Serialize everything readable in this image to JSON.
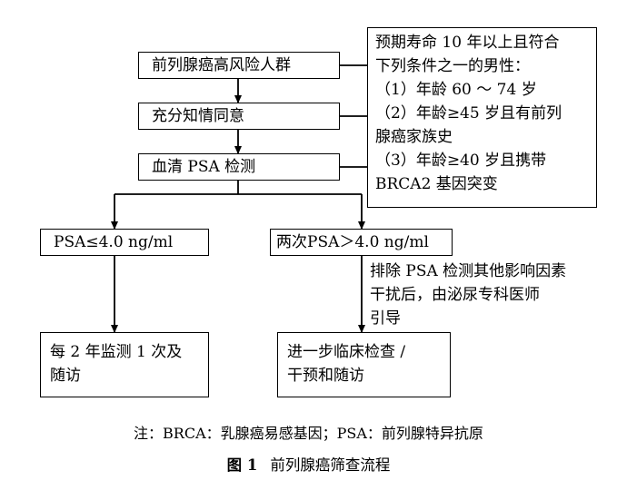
{
  "nodes": {
    "high_risk": "前列腺癌高风险人群",
    "consent": "充分知情同意",
    "psa_test": "血清 PSA 检测",
    "criteria": [
      "预期寿命 10 年以上且符合",
      "下列条件之一的男性：",
      "（1）年龄 60 ～ 74 岁",
      "（2）年龄≥45 岁且有前列",
      "腺癌家族史",
      "（3）年龄≥40 岁且携带",
      "BRCA2 基因突变"
    ],
    "psa_low": "PSA≤4.0 ng/ml",
    "psa_high": "两次PSA＞4.0 ng/ml",
    "monitor": [
      "每 2 年监测 1 次及",
      "随访"
    ],
    "further": [
      "进一步临床检查 /",
      "干预和随访"
    ]
  },
  "edge_label": [
    "排除 PSA 检测其他影响因素",
    "干扰后，由泌尿专科医师",
    "引导"
  ],
  "note": "注：BRCA：乳腺癌易感基因；PSA：前列腺特异抗原",
  "caption": {
    "figure_label": "图 1",
    "title": "前列腺癌筛查流程"
  }
}
